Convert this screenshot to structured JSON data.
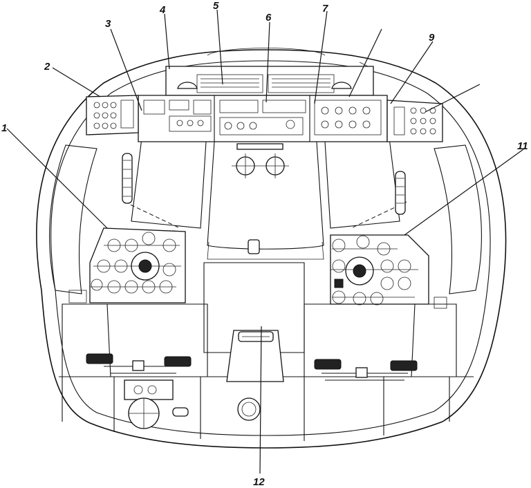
{
  "callouts": [
    {
      "id": "c1",
      "label": "1"
    },
    {
      "id": "c2",
      "label": "2"
    },
    {
      "id": "c3",
      "label": "3"
    },
    {
      "id": "c4",
      "label": "4"
    },
    {
      "id": "c5",
      "label": "5"
    },
    {
      "id": "c6",
      "label": "6"
    },
    {
      "id": "c7",
      "label": "7"
    },
    {
      "id": "c9",
      "label": "9"
    },
    {
      "id": "c11",
      "label": "11"
    },
    {
      "id": "c12",
      "label": "12"
    }
  ]
}
